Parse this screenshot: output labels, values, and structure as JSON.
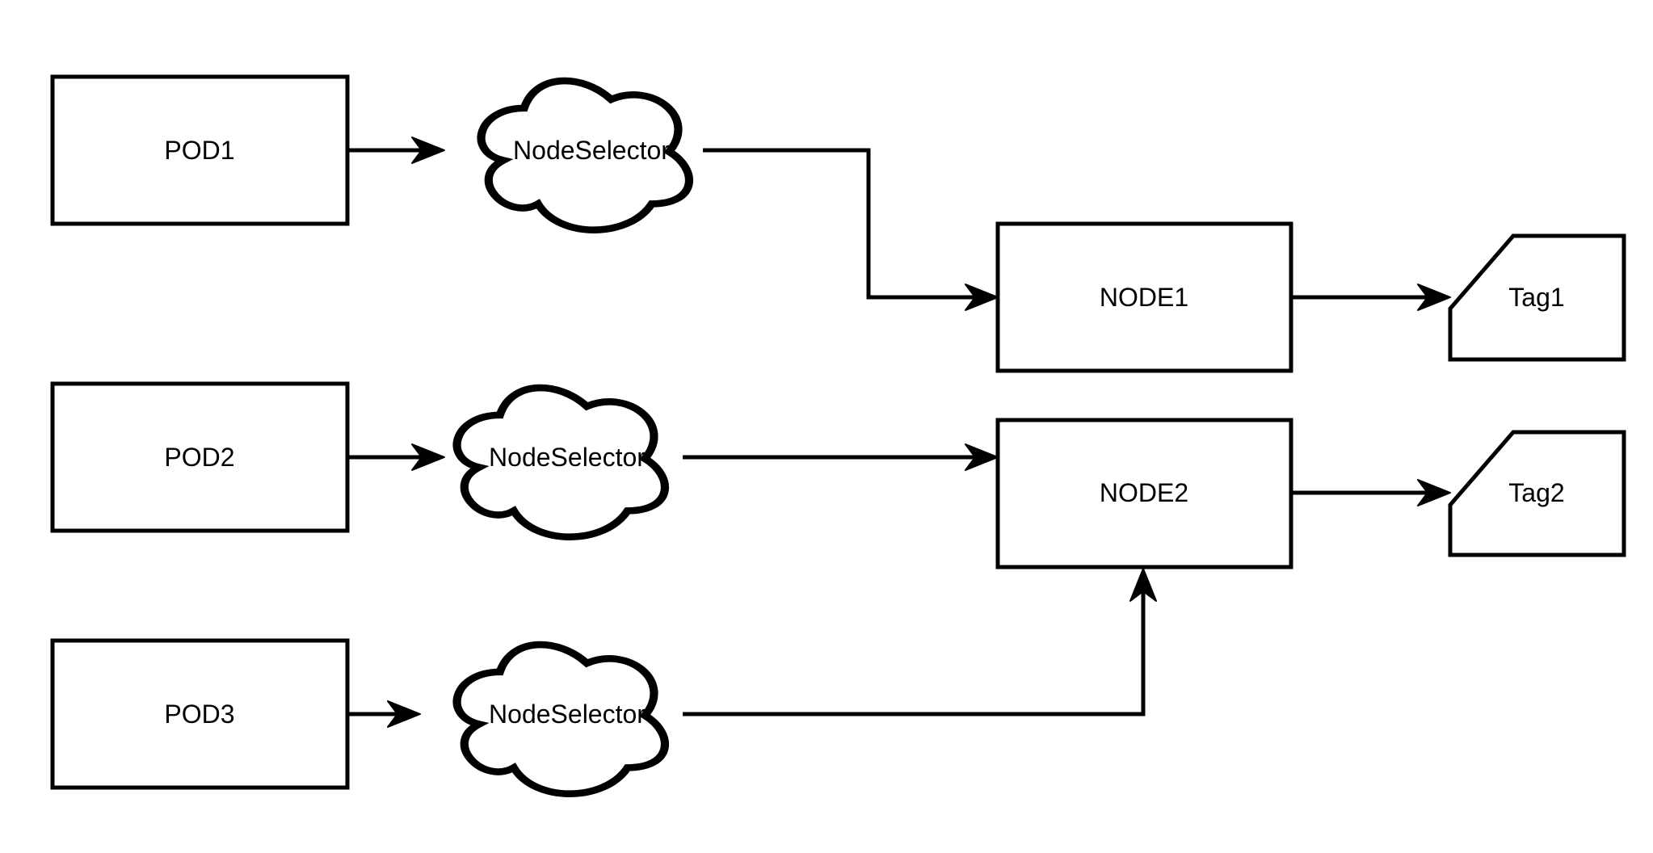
{
  "diagram": {
    "pods": [
      {
        "label": "POD1"
      },
      {
        "label": "POD2"
      },
      {
        "label": "POD3"
      }
    ],
    "selectors": [
      {
        "label": "NodeSelector"
      },
      {
        "label": "NodeSelector"
      },
      {
        "label": "NodeSelector"
      }
    ],
    "nodes": [
      {
        "label": "NODE1"
      },
      {
        "label": "NODE2"
      }
    ],
    "tags": [
      {
        "label": "Tag1"
      },
      {
        "label": "Tag2"
      }
    ],
    "connections": [
      {
        "from": "POD1",
        "to": "NodeSelector 1"
      },
      {
        "from": "POD2",
        "to": "NodeSelector 2"
      },
      {
        "from": "POD3",
        "to": "NodeSelector 3"
      },
      {
        "from": "NodeSelector 1",
        "to": "NODE1"
      },
      {
        "from": "NodeSelector 2",
        "to": "NODE2"
      },
      {
        "from": "NodeSelector 3",
        "to": "NODE2"
      },
      {
        "from": "NODE1",
        "to": "Tag1"
      },
      {
        "from": "NODE2",
        "to": "Tag2"
      }
    ]
  }
}
